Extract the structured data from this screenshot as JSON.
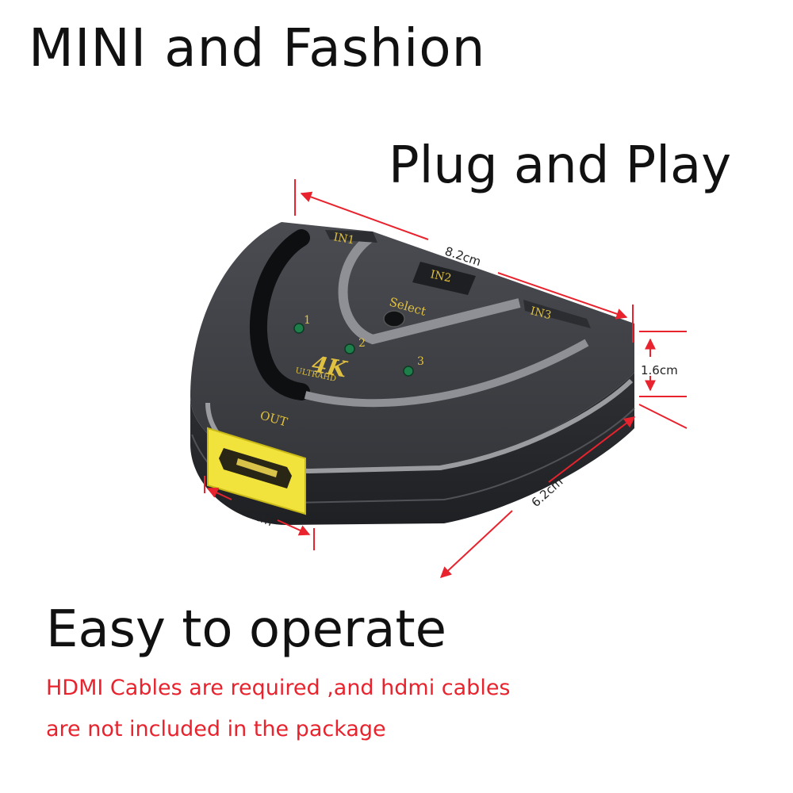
{
  "headings": {
    "title": "MINI and Fashion",
    "subtitle": "Plug and Play",
    "headline": "Easy to operate"
  },
  "notes": [
    "HDMI Cables are required ,and hdmi cables",
    "are not included in the package"
  ],
  "device": {
    "ports": {
      "in1": "IN1",
      "in2": "IN2",
      "in3": "IN3",
      "out": "OUT"
    },
    "select_label": "Select",
    "leds": [
      "1",
      "2",
      "3"
    ],
    "badge": "4K",
    "badge_sub": "ULTRAHD"
  },
  "dimensions": {
    "length": "8.2cm",
    "height": "1.6cm",
    "width": "6.2cm",
    "port_width": "2.5cm"
  },
  "colors": {
    "body": "#3a3c40",
    "accent_gold": "#e0c040",
    "port_yellow": "#f1e33b",
    "dimension_red": "#e8232d",
    "led_green": "#1f7f4a",
    "text_red": "#e8232d"
  }
}
